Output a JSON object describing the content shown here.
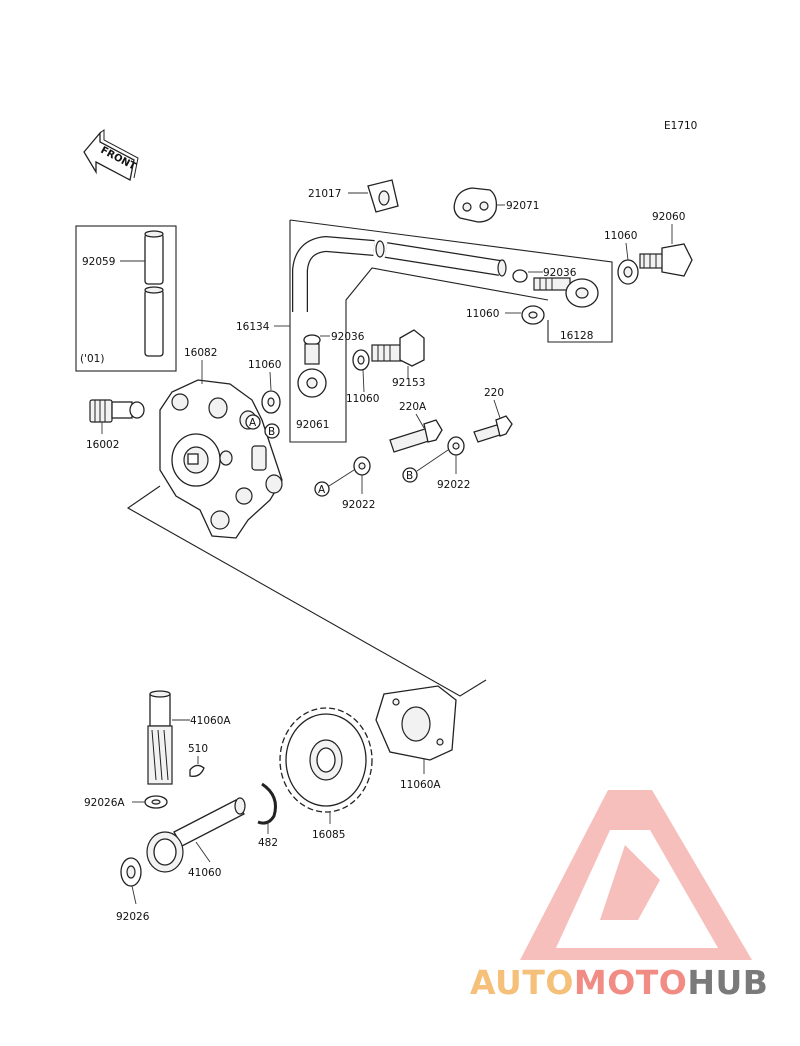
{
  "diagram_code": "E1710",
  "front_label": "FRONT",
  "labels": {
    "p21017": "21017",
    "p92071": "92071",
    "p92060": "92060",
    "p11060_a": "11060",
    "p92059": "92059",
    "p01": "('01)",
    "p92036_a": "92036",
    "p16134": "16134",
    "p92036_b": "92036",
    "p11060_b": "11060",
    "p16128": "16128",
    "p16082": "16082",
    "p11060_c": "11060",
    "p92061": "92061",
    "p11060_d": "11060",
    "p92153": "92153",
    "p16002": "16002",
    "p220A": "220A",
    "p220": "220",
    "p92022_a": "92022",
    "p92022_b": "92022",
    "p41060A": "41060A",
    "p510": "510",
    "p92026A": "92026A",
    "p482": "482",
    "p16085": "16085",
    "p11060A": "11060A",
    "p41060": "41060",
    "p92026": "92026",
    "ref_a1": "A",
    "ref_b1": "B",
    "ref_a2": "A",
    "ref_b2": "B"
  },
  "watermark": {
    "part1": "AUTO",
    "part2": "MOTO",
    "part3": "HUB",
    "color1": "#f5c07a",
    "color2": "#f08c84",
    "color3": "#7a7a7a"
  }
}
